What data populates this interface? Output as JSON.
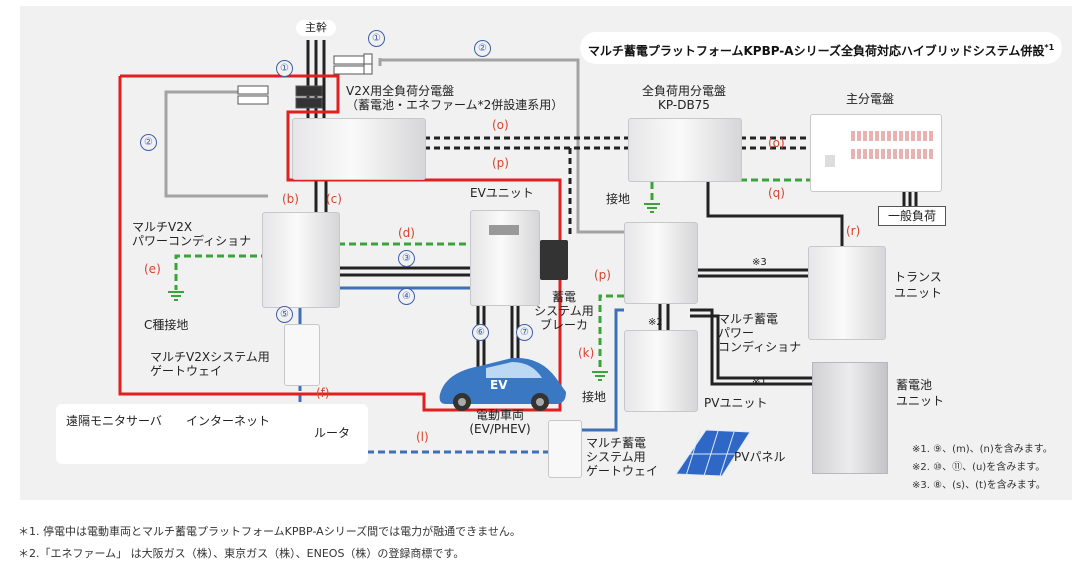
{
  "title": "マルチ蓄電プラットフォームKPBP-Aシリーズ全負荷対応ハイブリッドシステム併設",
  "title_sup": "*1",
  "trunk": "主幹",
  "devices": {
    "v2x_panel": {
      "line1": "V2X用全負荷分電盤",
      "line2": "（蓄電池・エネファーム*2併設連系用）"
    },
    "full_load_panel": {
      "line1": "全負荷用分電盤",
      "line2": "KP-DB75"
    },
    "main_panel": "主分電盤",
    "general_load": "一般負荷",
    "v2x_pcs": {
      "line1": "マルチV2X",
      "line2": "パワーコンディショナ"
    },
    "ev_unit": "EVユニット",
    "breaker": {
      "line1": "蓄電",
      "line2": "システム用",
      "line3": "ブレーカ"
    },
    "trans_unit": {
      "line1": "トランス",
      "line2": "ユニット"
    },
    "storage_pcs": {
      "line1": "マルチ蓄電",
      "line2": "パワー",
      "line3": "コンディショナ"
    },
    "battery_unit": {
      "line1": "蓄電池",
      "line2": "ユニット"
    },
    "pv_unit": "PVユニット",
    "pv_panel": "PVパネル",
    "v2x_gateway": {
      "line1": "マルチV2Xシステム用",
      "line2": "ゲートウェイ"
    },
    "storage_gateway": {
      "line1": "マルチ蓄電",
      "line2": "システム用",
      "line3": "ゲートウェイ"
    },
    "ev": {
      "line1": "電動車両",
      "line2": "(EV/PHEV)",
      "badge": "EV"
    },
    "router": "ルータ",
    "remote_server": "遠隔モニタサーバ",
    "internet": "インターネット",
    "c_ground": "C種接地",
    "ground": "接地"
  },
  "wire_labels": {
    "o": "(o)",
    "p": "(p)",
    "q": "(q)",
    "r": "(r)",
    "b": "(b)",
    "c": "(c)",
    "d": "(d)",
    "e": "(e)",
    "f": "(f)",
    "k": "(k)",
    "l": "(l)"
  },
  "numbers": {
    "n1": "①",
    "n2": "②",
    "n3": "③",
    "n4": "④",
    "n5": "⑤",
    "n6": "⑥",
    "n7": "⑦"
  },
  "marks": {
    "m1": "※1",
    "m2": "※2",
    "m3": "※3"
  },
  "notes": {
    "n1": "※1. ⑨、(m)、(n)を含みます。",
    "n2": "※2. ⑩、⑪、(u)を含みます。",
    "n3": "※3. ⑧、(s)、(t)を含みます。"
  },
  "footnotes": {
    "f1": "＊1. 停電中は電動車両とマルチ蓄電プラットフォームKPBP-Aシリーズ間では電力が融通できません。",
    "f2": "＊2.「エネファーム」 は大阪ガス（株）、東京ガス（株）、ENEOS（株）の登録商標です。"
  },
  "colors": {
    "power": "#222222",
    "ground": "#3aa33a",
    "comm": "#3f6fb5",
    "current_sensor": "#9a9a9a",
    "highlight": "#e02020"
  }
}
